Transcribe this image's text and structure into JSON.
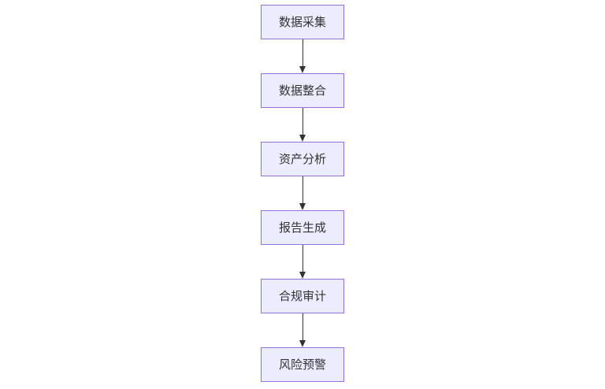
{
  "flowchart": {
    "direction": "top-to-bottom",
    "colors": {
      "node-fill": "#ECECFF",
      "node-border": "#9370DB",
      "arrow-color": "#333333",
      "text-color": "#333333",
      "canvas-bg": "#ffffff"
    },
    "nodes": [
      {
        "label": "数据采集"
      },
      {
        "label": "数据整合"
      },
      {
        "label": "资产分析"
      },
      {
        "label": "报告生成"
      },
      {
        "label": "合规审计"
      },
      {
        "label": "风险预警"
      }
    ]
  }
}
